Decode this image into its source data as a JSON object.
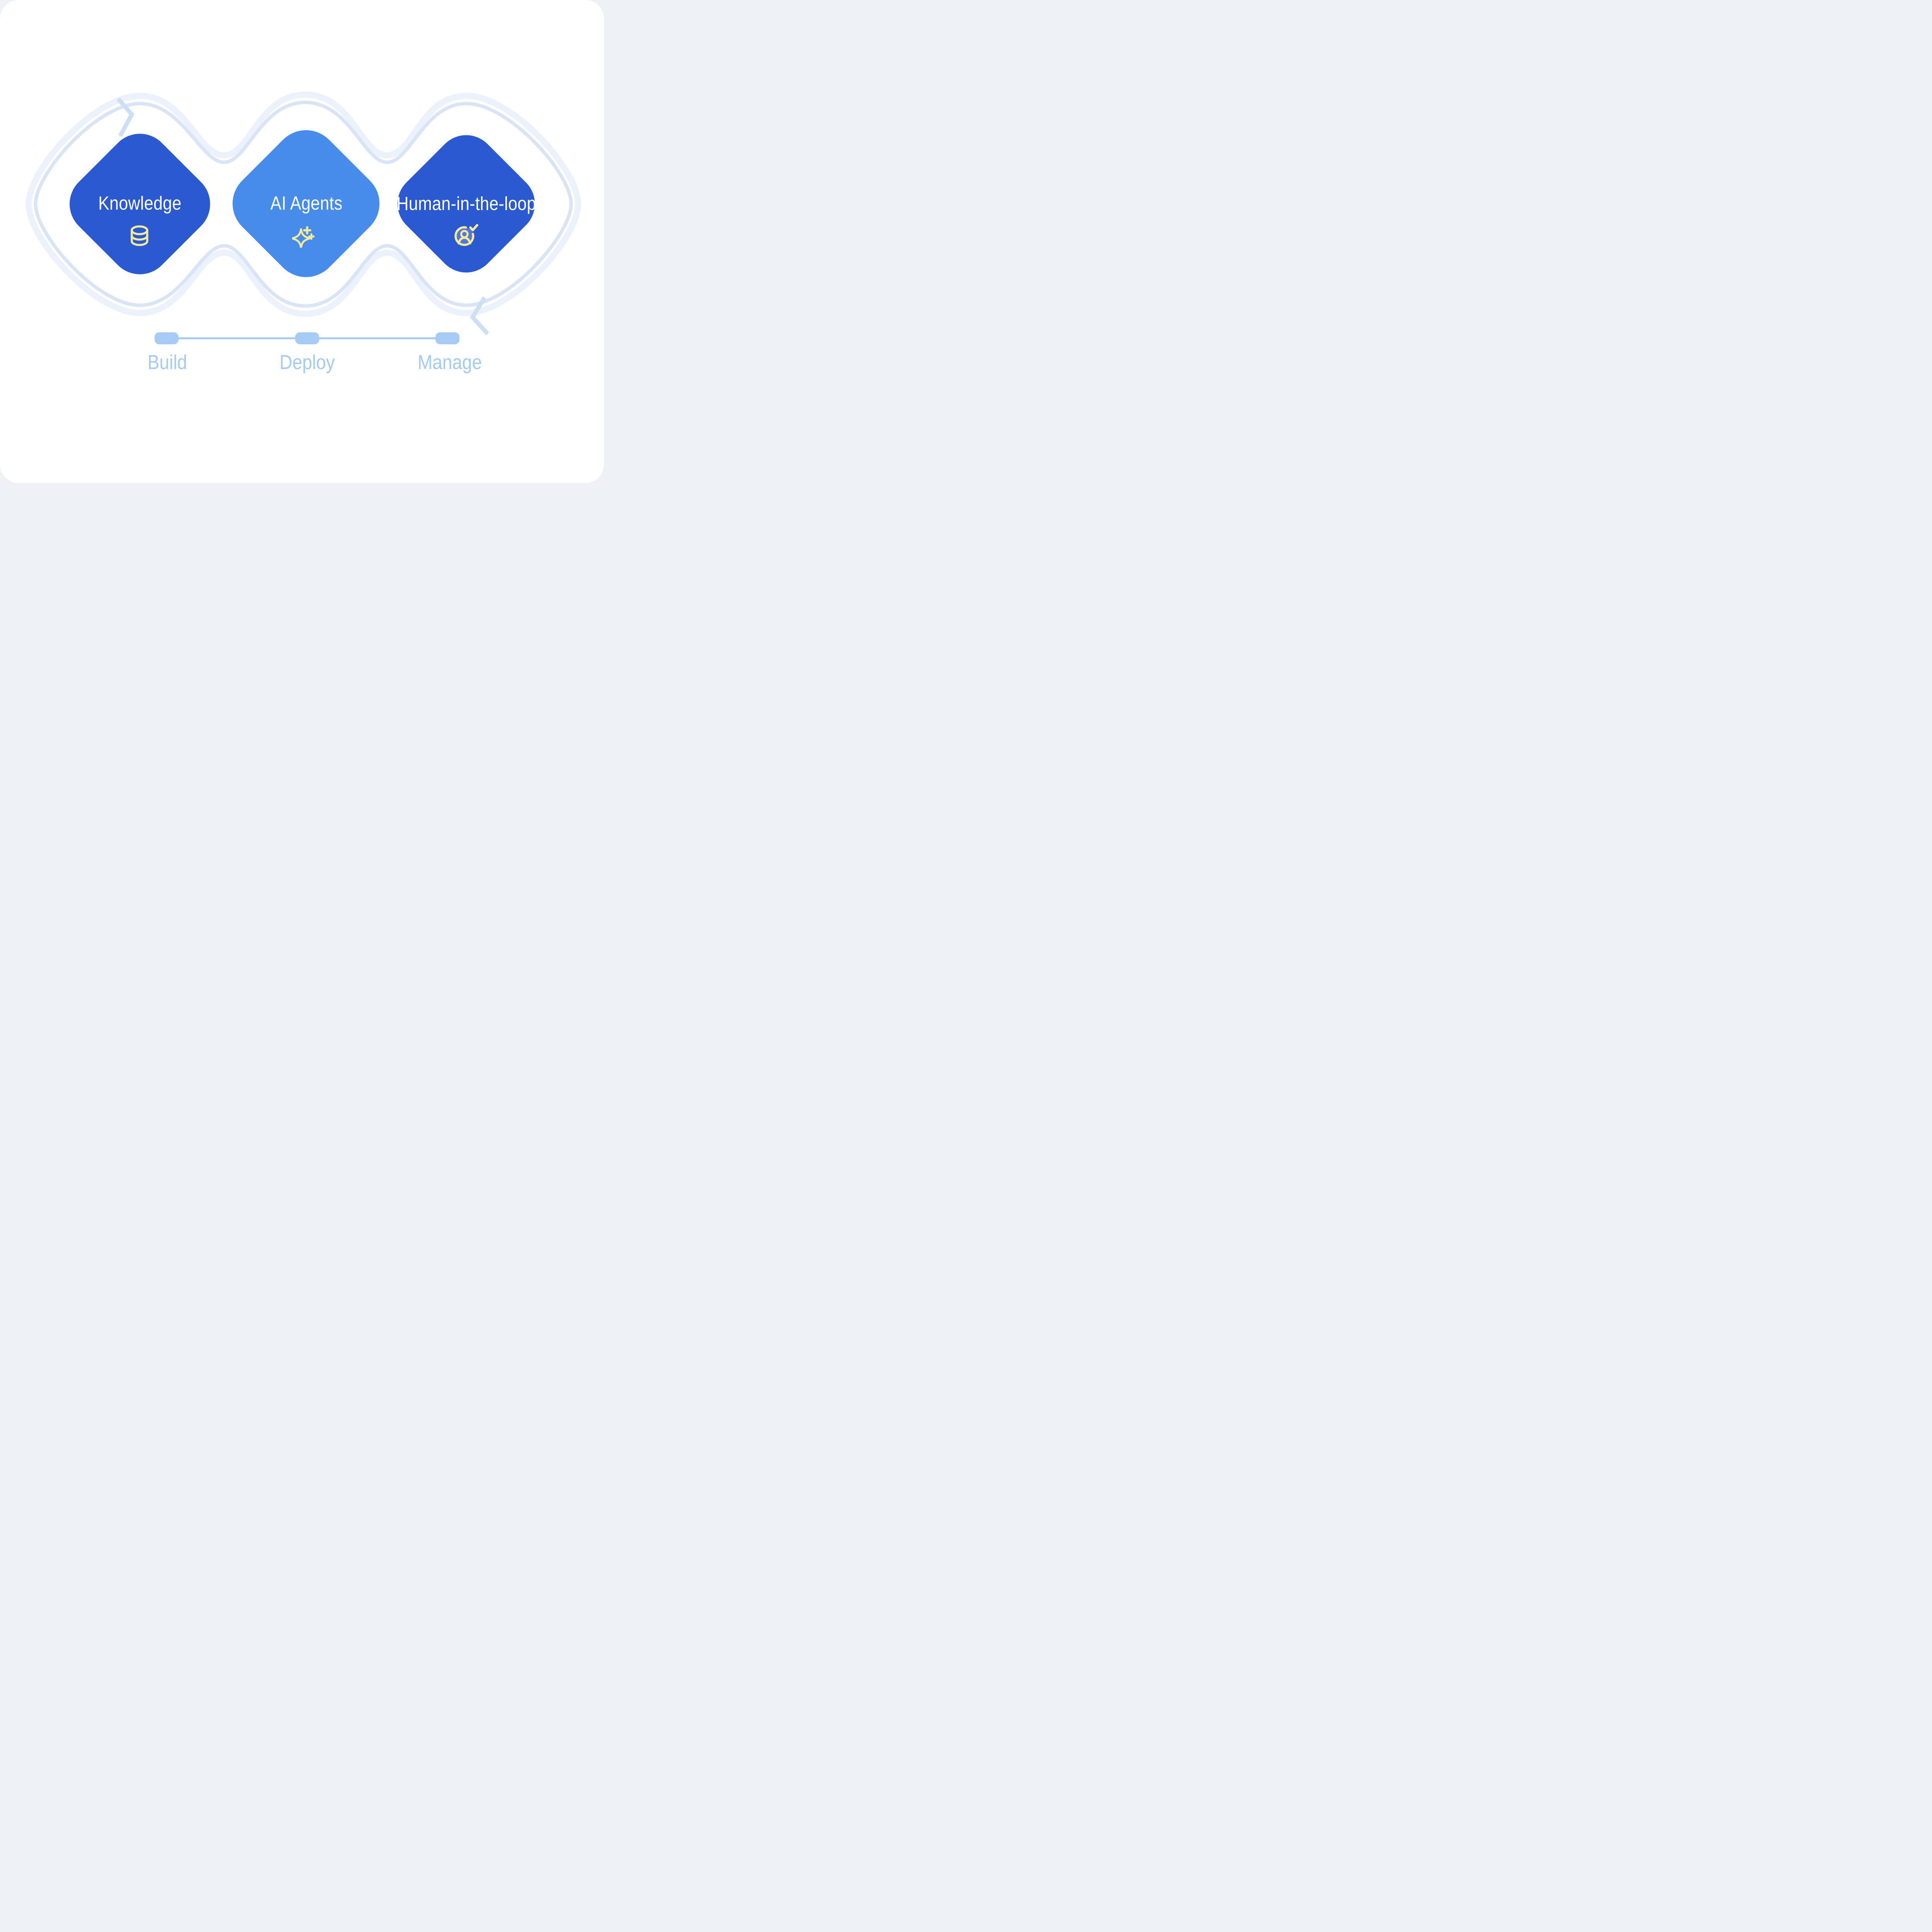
{
  "diagram": {
    "title_hidden": "",
    "stages": [
      {
        "label": "Knowledge",
        "icon": "database-icon",
        "shape_color": "#2B59CF"
      },
      {
        "label": "AI Agents",
        "icon": "sparkle-icon",
        "shape_color": "#478CEA"
      },
      {
        "label": "Human-in-the-loop",
        "icon": "user-check-icon",
        "shape_color": "#2B59CF"
      }
    ],
    "flow": {
      "style": "looping band encircling all three stages",
      "direction": "clockwise",
      "arrows": [
        "arrow-right-chevron (top-left)",
        "arrow-left-chevron (bottom-right)"
      ],
      "band_color_outer": "#EBF2FC",
      "band_color_inner": "#D9E5F7",
      "arrow_color": "#CDDFF5"
    },
    "timeline": {
      "steps": [
        "Build",
        "Deploy",
        "Manage"
      ],
      "track_color": "#A6CCF5",
      "label_color": "#A5CBF4"
    },
    "colors": {
      "card_background": "#FFFFFF",
      "page_background": "#EEF1F5",
      "stage_text": "#FFFFFF",
      "icon_accent": "#F3EB9B",
      "icon_fill_on_dark": "#5478D5",
      "icon_fill_on_light": "#5C8CDF"
    }
  }
}
